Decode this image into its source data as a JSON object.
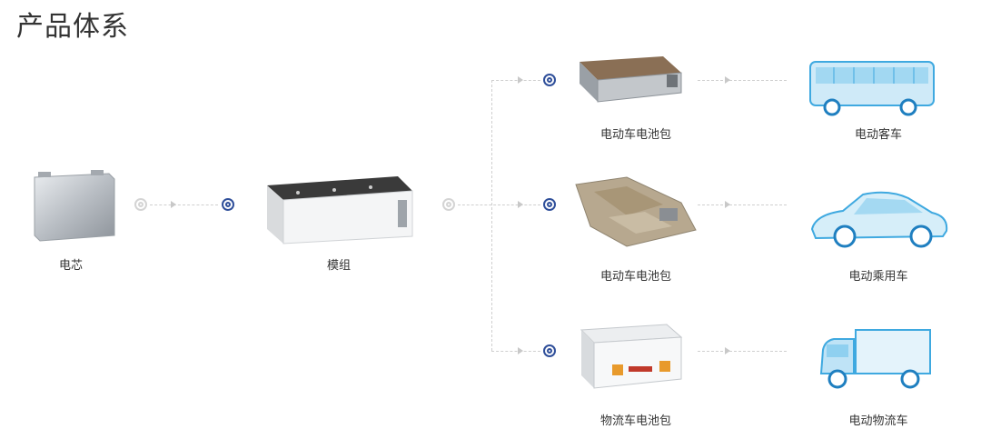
{
  "title": "产品体系",
  "nodes": {
    "cell": "电芯",
    "module": "模组",
    "pack_top": "电动车电池包",
    "pack_mid": "电动车电池包",
    "pack_bottom": "物流车电池包",
    "bus": "电动客车",
    "car": "电动乘用车",
    "truck": "电动物流车"
  },
  "colors": {
    "accent": "#2f4f9a",
    "vehicle_blue": "#3fa9e0",
    "connector": "#cfcfcf"
  }
}
